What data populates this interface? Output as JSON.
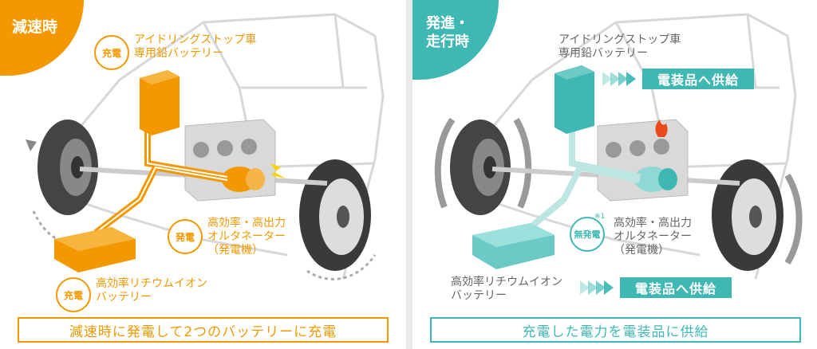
{
  "colors": {
    "orange": "#f39800",
    "teal": "#3fb8b4",
    "teal_light": "#8fd8d4",
    "gray": "#666666"
  },
  "left": {
    "corner_label": "減速時",
    "badges": {
      "charge1": "充電",
      "charge2": "充電",
      "gen": "発電"
    },
    "labels": {
      "lead_battery": [
        "アイドリングストップ車",
        "専用鉛バッテリー"
      ],
      "alternator": [
        "高効率・高出力",
        "オルタネーター",
        "（発電機）"
      ],
      "lithium_battery": [
        "高効率リチウムイオン",
        "バッテリー"
      ]
    },
    "bottom": "減速時に発電して2つのバッテリーに充電"
  },
  "right": {
    "corner_label": [
      "発進・",
      "走行時"
    ],
    "badges": {
      "no_gen": "無発電",
      "footnote": "※1"
    },
    "labels": {
      "lead_battery": [
        "アイドリングストップ車",
        "専用鉛バッテリー"
      ],
      "alternator": [
        "高効率・高出力",
        "オルタネーター",
        "（発電機）"
      ],
      "lithium_battery": [
        "高効率リチウムイオン",
        "バッテリー"
      ]
    },
    "supply_top": "電装品へ供給",
    "supply_bottom": "電装品へ供給",
    "bottom": "充電した電力を電装品に供給"
  }
}
